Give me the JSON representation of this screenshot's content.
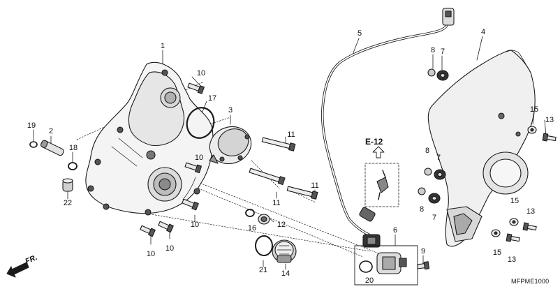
{
  "callouts": [
    {
      "id": "c1",
      "text": "1"
    },
    {
      "id": "c2",
      "text": "2"
    },
    {
      "id": "c3",
      "text": "3"
    },
    {
      "id": "c4",
      "text": "4"
    },
    {
      "id": "c5",
      "text": "5"
    },
    {
      "id": "c6",
      "text": "6"
    },
    {
      "id": "c7a",
      "text": "7"
    },
    {
      "id": "c7b",
      "text": "7"
    },
    {
      "id": "c7c",
      "text": "7"
    },
    {
      "id": "c8a",
      "text": "8"
    },
    {
      "id": "c8b",
      "text": "8"
    },
    {
      "id": "c8c",
      "text": "8"
    },
    {
      "id": "c9",
      "text": "9"
    },
    {
      "id": "c10a",
      "text": "10"
    },
    {
      "id": "c10b",
      "text": "10"
    },
    {
      "id": "c10c",
      "text": "10"
    },
    {
      "id": "c10d",
      "text": "10"
    },
    {
      "id": "c10e",
      "text": "10"
    },
    {
      "id": "c11a",
      "text": "11"
    },
    {
      "id": "c11b",
      "text": "11"
    },
    {
      "id": "c11c",
      "text": "11"
    },
    {
      "id": "c12",
      "text": "12"
    },
    {
      "id": "c13a",
      "text": "13"
    },
    {
      "id": "c13b",
      "text": "13"
    },
    {
      "id": "c13c",
      "text": "13"
    },
    {
      "id": "c14",
      "text": "14"
    },
    {
      "id": "c15a",
      "text": "15"
    },
    {
      "id": "c15b",
      "text": "15"
    },
    {
      "id": "c15c",
      "text": "15"
    },
    {
      "id": "c16",
      "text": "16"
    },
    {
      "id": "c17",
      "text": "17"
    },
    {
      "id": "c18",
      "text": "18"
    },
    {
      "id": "c19",
      "text": "19"
    },
    {
      "id": "c20",
      "text": "20"
    },
    {
      "id": "c21",
      "text": "21"
    },
    {
      "id": "c22",
      "text": "22"
    }
  ],
  "reference_label": "E-12",
  "diagram_code": "MFPME1000",
  "direction_label": "FR.",
  "colors": {
    "line": "#1a1a1a",
    "fill_light": "#f2f2f2",
    "fill_mid": "#d6d6d6",
    "fill_dark": "#3a3a3a"
  }
}
